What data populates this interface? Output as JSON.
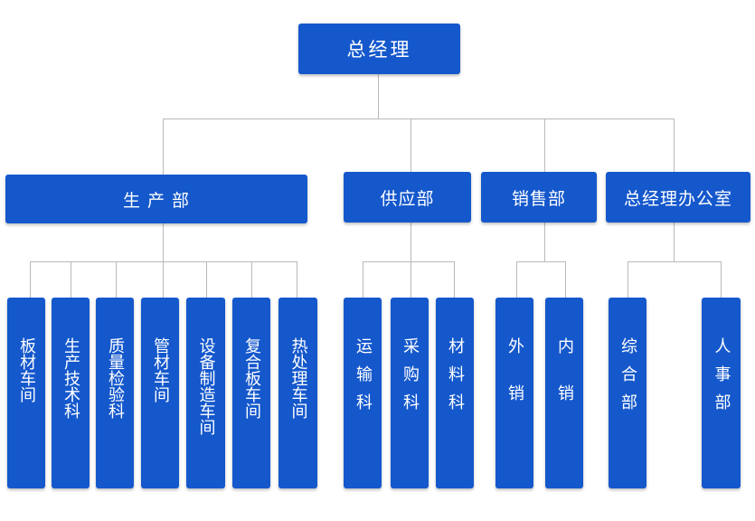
{
  "root": {
    "label": "总经理"
  },
  "departments": [
    {
      "label": "生 产 部"
    },
    {
      "label": "供应部"
    },
    {
      "label": "销售部"
    },
    {
      "label": "总经理办公室"
    }
  ],
  "units": [
    {
      "label": "板材车间"
    },
    {
      "label": "生产技术科"
    },
    {
      "label": "质量检验科"
    },
    {
      "label": "管材车间"
    },
    {
      "label": "设备制造车间"
    },
    {
      "label": "复合板车间"
    },
    {
      "label": "热处理车间"
    },
    {
      "label": "运输科"
    },
    {
      "label": "采购科"
    },
    {
      "label": "材料科"
    },
    {
      "label": "外销"
    },
    {
      "label": "内销"
    },
    {
      "label": "综合部"
    },
    {
      "label": "人事部"
    }
  ],
  "colors": {
    "box": "#1558cc",
    "text": "#ffffff",
    "connector": "#b9b9b9"
  }
}
